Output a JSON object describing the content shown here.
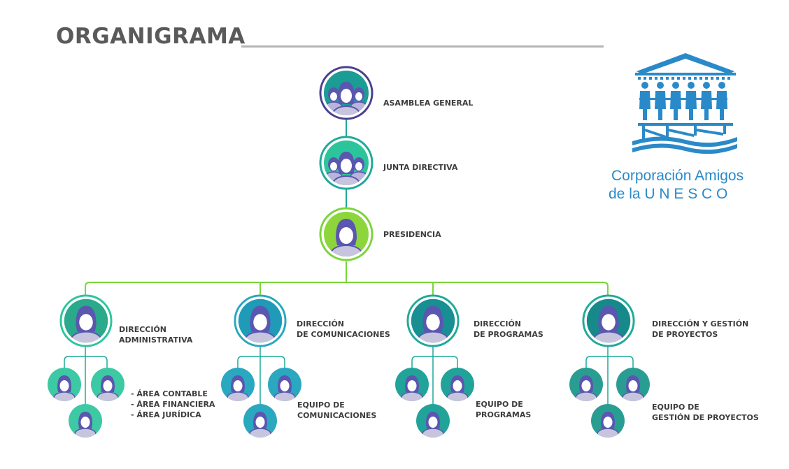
{
  "title": "ORGANIGRAMA",
  "colors": {
    "line_teal": "#1fa99a",
    "line_green": "#7ad53a",
    "person_purple": "#5b56b0",
    "person_shirt": "#c7c5de",
    "navy_ring": "#4a3f8f",
    "logo_blue": "#2a8ac9"
  },
  "top_levels": [
    {
      "label": "ASAMBLEA GENERAL",
      "icon": "group-icon"
    },
    {
      "label": "JUNTA DIRECTIVA",
      "icon": "group-icon"
    },
    {
      "label": "PRESIDENCIA",
      "icon": "person-icon"
    }
  ],
  "directions": [
    {
      "label_line1": "DIRECCIÓN",
      "label_line2": "ADMINISTRATIVA",
      "team_lines": [
        "- ÁREA CONTABLE",
        "- ÁREA FINANCIERA",
        "- ÁREA JURÍDICA"
      ]
    },
    {
      "label_line1": "DIRECCIÓN",
      "label_line2": "DE COMUNICACIONES",
      "team_lines": [
        "EQUIPO DE",
        "COMUNICACIONES"
      ]
    },
    {
      "label_line1": "DIRECCIÓN",
      "label_line2": "DE PROGRAMAS",
      "team_lines": [
        "EQUIPO DE",
        "PROGRAMAS"
      ]
    },
    {
      "label_line1": "DIRECCIÓN Y GESTIÓN",
      "label_line2": "DE PROYECTOS",
      "team_lines": [
        "EQUIPO DE",
        "GESTIÓN DE PROYECTOS"
      ]
    }
  ],
  "logo": {
    "line1": "Corporación  Amigos",
    "line2": "de la  U N E S C O"
  }
}
